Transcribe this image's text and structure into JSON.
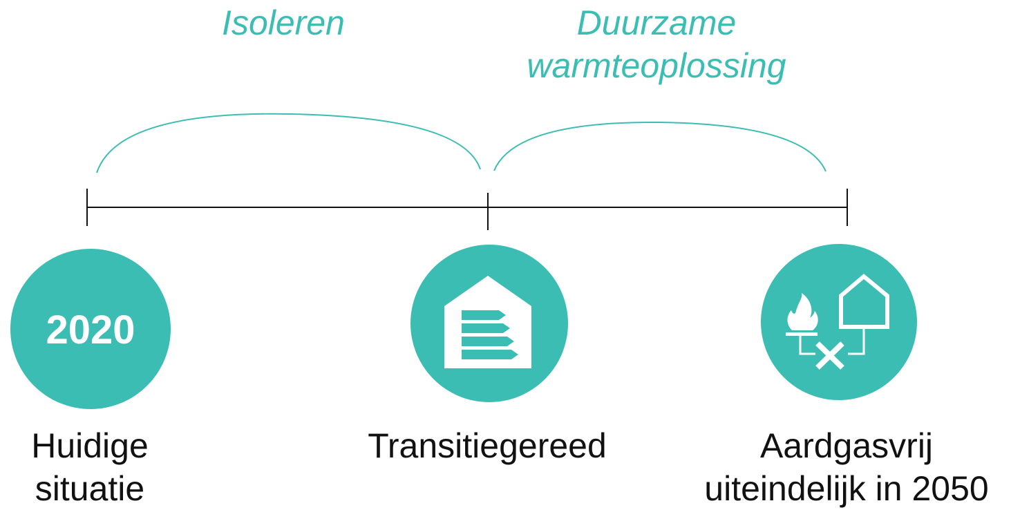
{
  "phases": {
    "isoleren": "Isoleren",
    "duurzame_line1": "Duurzame",
    "duurzame_line2": "warmteoplossing"
  },
  "milestones": {
    "start_year": "2020",
    "start_label_line1": "Huidige",
    "start_label_line2": "situatie",
    "middle_label": "Transitiegereed",
    "end_label_line1": "Aardgasvrij",
    "end_label_line2": "uiteindelijk in 2050"
  },
  "colors": {
    "accent": "#3bbdb3",
    "text": "#111111",
    "line": "#111111"
  },
  "icons": {
    "middle": "energy-label-house-icon",
    "end": "no-gas-house-icon"
  }
}
